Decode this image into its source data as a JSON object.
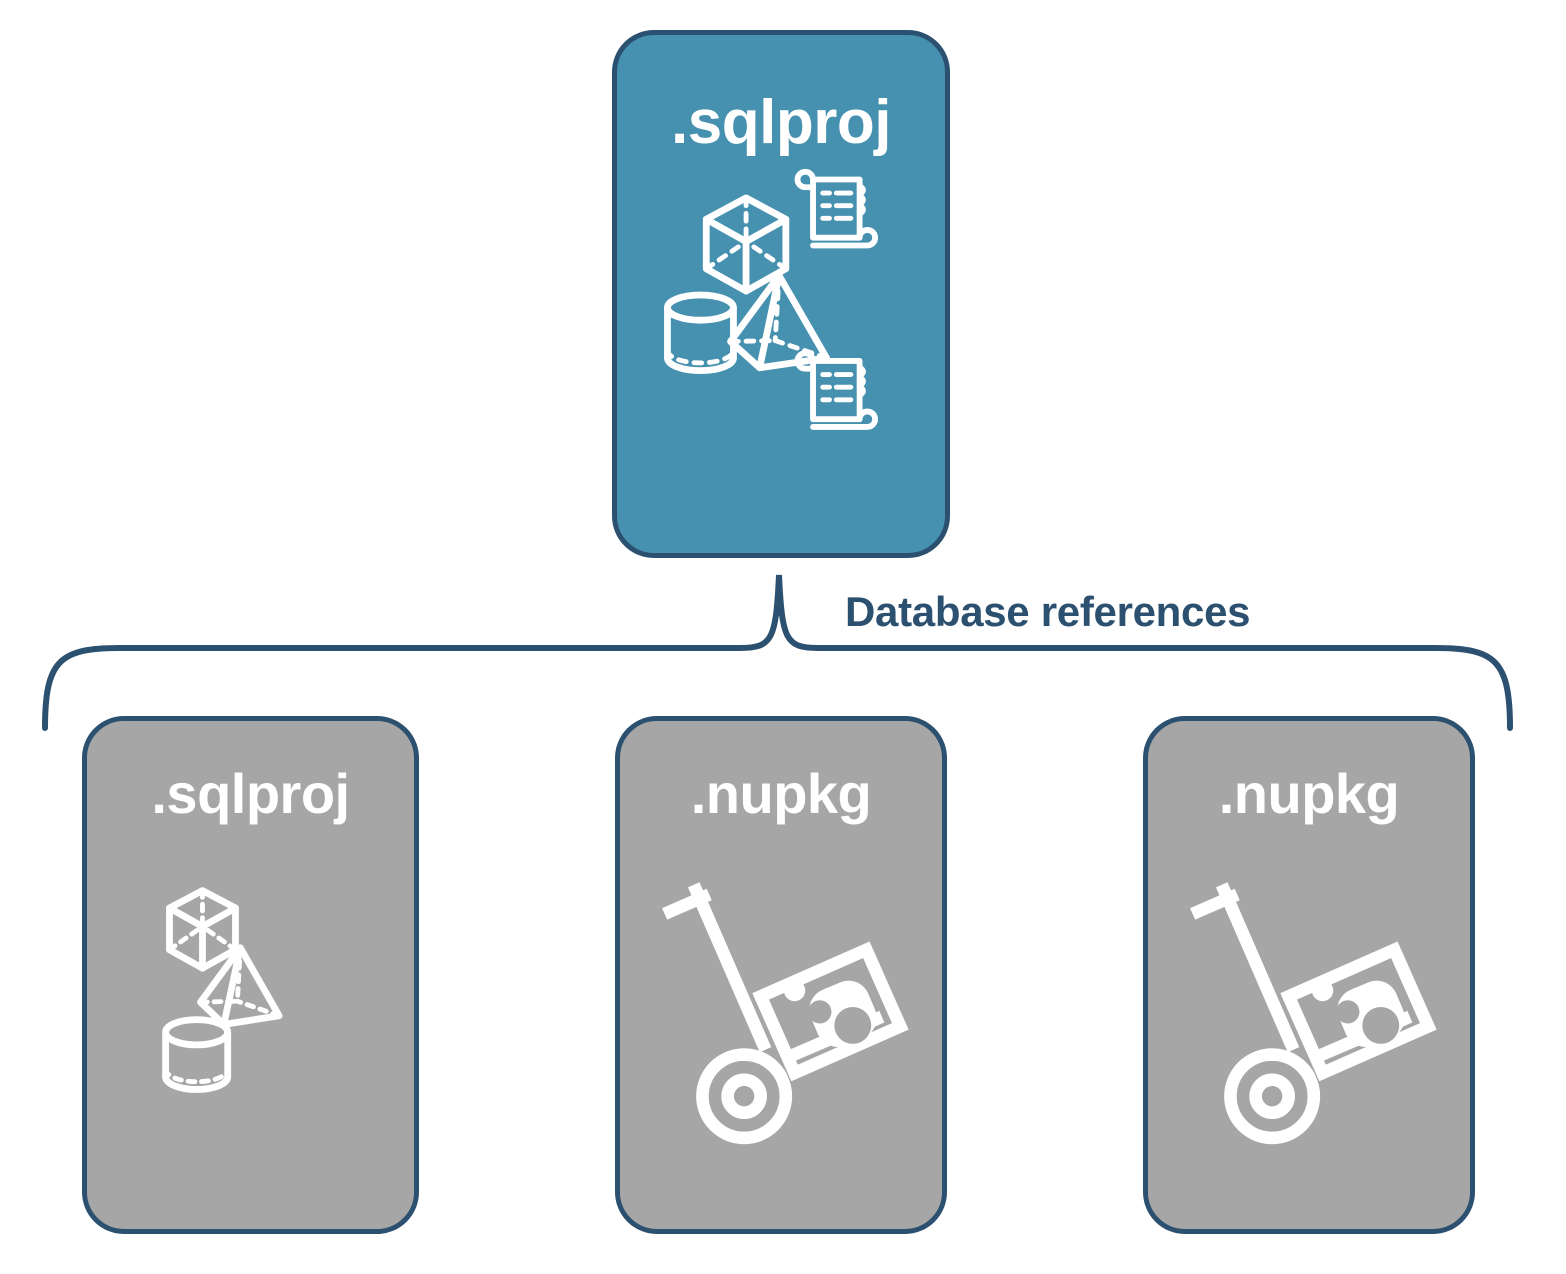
{
  "diagram": {
    "title_text": "Database references",
    "colors": {
      "primary_blue_fill": "#4690B0",
      "border_navy": "#2C5070",
      "gray_fill": "#A6A6A6",
      "icon_white": "#FFFFFF",
      "label_navy": "#2C5070",
      "background": "#FFFFFF"
    },
    "root_node": {
      "label": ".sqlproj",
      "fill": "#4690B0",
      "icons": [
        "cube-icon",
        "pyramid-icon",
        "cylinder-icon",
        "scroll-icon",
        "scroll-icon"
      ]
    },
    "connector": {
      "label": "Database references",
      "style": "curly-brace"
    },
    "child_nodes": [
      {
        "label": ".sqlproj",
        "fill": "#A6A6A6",
        "icons": [
          "cube-icon",
          "pyramid-icon",
          "cylinder-icon"
        ]
      },
      {
        "label": ".nupkg",
        "fill": "#A6A6A6",
        "icons": [
          "nuget-package-dolly-icon"
        ]
      },
      {
        "label": ".nupkg",
        "fill": "#A6A6A6",
        "icons": [
          "nuget-package-dolly-icon"
        ]
      }
    ]
  }
}
